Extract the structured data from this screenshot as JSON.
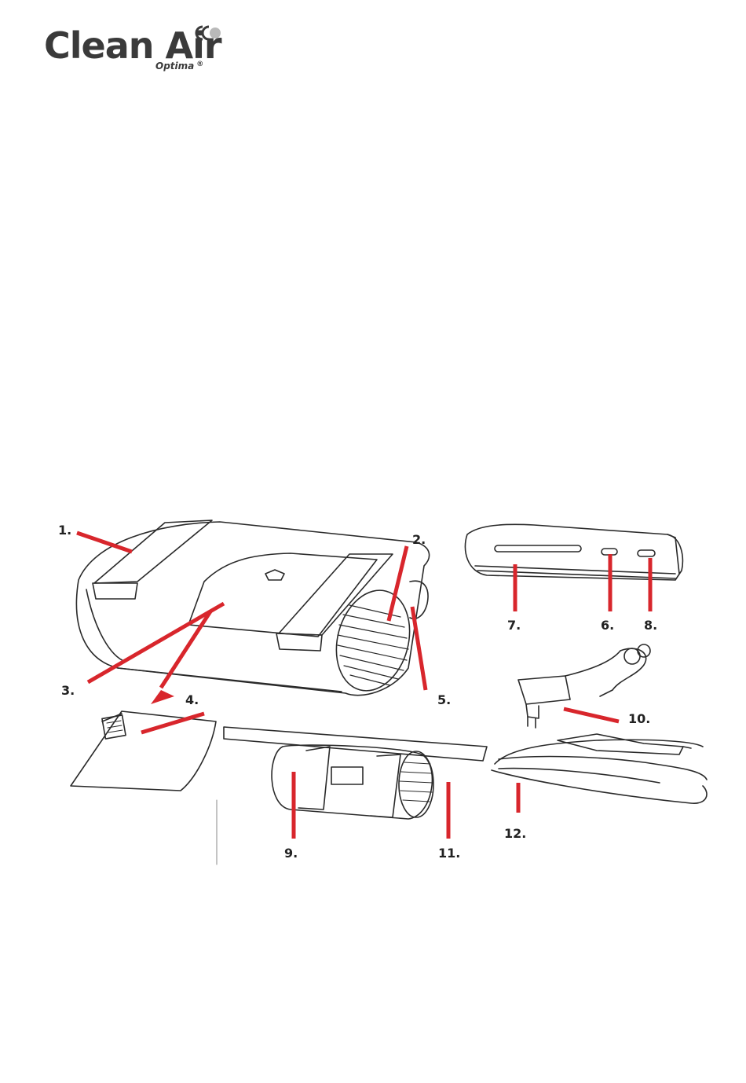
{
  "logo": {
    "brand": "Clean Air",
    "sub": "Optima",
    "registered": "®"
  },
  "figure": {
    "callouts": [
      {
        "id": "1",
        "label": "1."
      },
      {
        "id": "2",
        "label": "2."
      },
      {
        "id": "3",
        "label": "3."
      },
      {
        "id": "4",
        "label": "4."
      },
      {
        "id": "5",
        "label": "5."
      },
      {
        "id": "6",
        "label": "6."
      },
      {
        "id": "7",
        "label": "7."
      },
      {
        "id": "8",
        "label": "8."
      },
      {
        "id": "9",
        "label": "9."
      },
      {
        "id": "10",
        "label": "10."
      },
      {
        "id": "11",
        "label": "11."
      },
      {
        "id": "12",
        "label": "12."
      }
    ],
    "leader_color": "#d8262c",
    "line_color": "#2a2a2a"
  }
}
